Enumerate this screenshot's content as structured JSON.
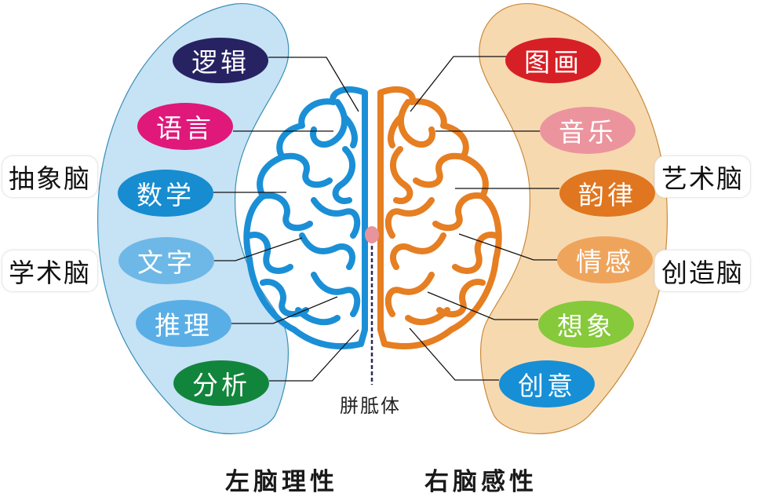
{
  "colors": {
    "left_band_fill": "#c6e2f5",
    "left_band_stroke": "#3a8fb5",
    "right_band_fill": "#f7d9b0",
    "right_band_stroke": "#c98a3a",
    "left_brain": "#1b8fd6",
    "right_brain": "#e67e22",
    "corpus_dot": "#e8949d",
    "connector": "#111111"
  },
  "left_hemisphere": {
    "ovals": [
      {
        "label": "逻辑",
        "color": "#272262"
      },
      {
        "label": "语言",
        "color": "#e0187a"
      },
      {
        "label": "数学",
        "color": "#178cd0"
      },
      {
        "label": "文字",
        "color": "#6db8e6"
      },
      {
        "label": "推理",
        "color": "#5aaee6"
      },
      {
        "label": "分析",
        "color": "#12853c"
      }
    ],
    "side_labels": [
      "抽象脑",
      "学术脑"
    ],
    "footer": "左脑理性"
  },
  "right_hemisphere": {
    "ovals": [
      {
        "label": "图画",
        "color": "#d71f26"
      },
      {
        "label": "音乐",
        "color": "#eb949e"
      },
      {
        "label": "韵律",
        "color": "#e0761f"
      },
      {
        "label": "情感",
        "color": "#efa45c"
      },
      {
        "label": "想象",
        "color": "#86c93b"
      },
      {
        "label": "创意",
        "color": "#168fd6"
      }
    ],
    "side_labels": [
      "艺术脑",
      "创造脑"
    ],
    "footer": "右脑感性"
  },
  "center": {
    "label": "胼胝体"
  }
}
